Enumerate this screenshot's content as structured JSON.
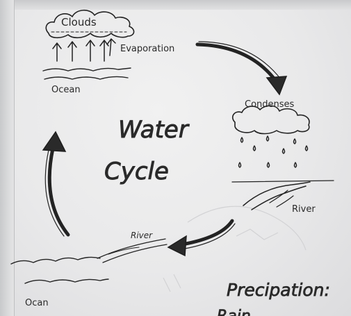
{
  "diagram": {
    "title_line1": "Water",
    "title_line2": "Cycle",
    "top_left": {
      "label": "Clouds",
      "process": "Evaporation",
      "body": "Ocean"
    },
    "right": {
      "process": "Condenses",
      "body": "River"
    },
    "bottom": {
      "river": "River",
      "ocean": "Ocan"
    },
    "precipitation": {
      "label": "Precipation:",
      "partial": "Rain"
    }
  }
}
